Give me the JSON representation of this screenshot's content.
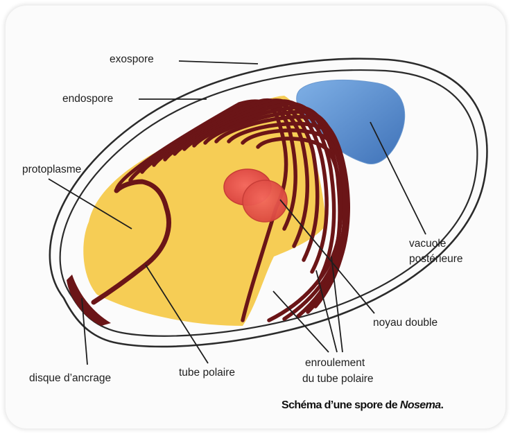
{
  "labels": {
    "exospore": "exospore",
    "endospore": "endospore",
    "protoplasme": "protoplasme",
    "vacuole_line1": "vacuole",
    "vacuole_line2": "postérieure",
    "noyau": "noyau double",
    "enroulement_line1": "enroulement",
    "enroulement_line2": "du tube polaire",
    "tube_polaire": "tube polaire",
    "disque": "disque d’ancrage"
  },
  "caption": {
    "prefix": "Schéma d’une spore de ",
    "genus": "Nosema",
    "suffix": "."
  },
  "colors": {
    "wall": "#2b2b2b",
    "protoplasm": "#f6cd55",
    "polar_tube": "#6b1517",
    "vacuole": "#5f92d0",
    "nucleus": "#e8554c"
  }
}
